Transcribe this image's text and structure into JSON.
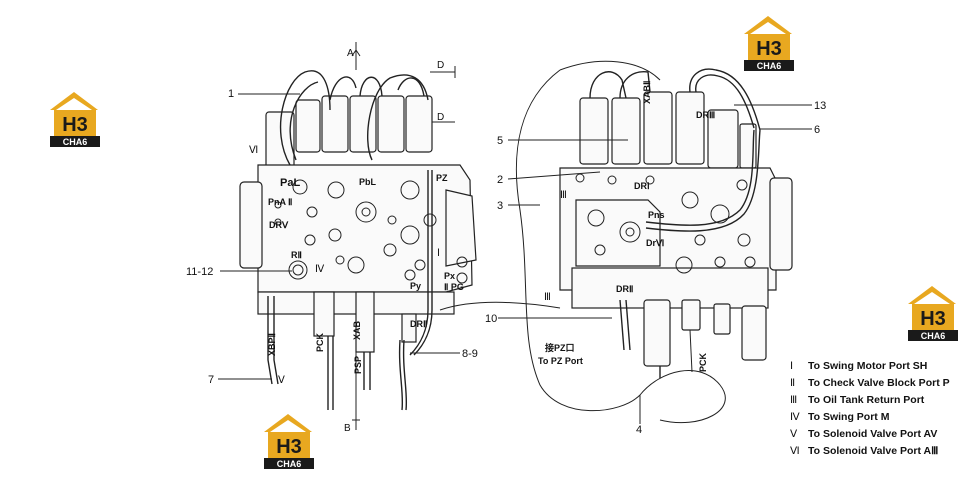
{
  "brand": {
    "logo_text_top": "H3",
    "logo_text_bottom": "CHA6",
    "colors": {
      "gold": "#E8A820",
      "dark": "#1a1a1a",
      "white": "#ffffff"
    }
  },
  "left_view": {
    "section_marks": {
      "a": "A",
      "b": "B",
      "d1": "D",
      "d2": "D"
    },
    "ports": {
      "pal": "PaL",
      "pbl": "PbL",
      "pz": "PZ",
      "pna": "PnA",
      "ii": "Ⅱ",
      "drv": "DRⅤ",
      "r2": "RⅡ",
      "iv": "Ⅳ",
      "i": "Ⅰ",
      "px": "Px",
      "pg": "Ⅱ PG",
      "py": "Py",
      "dr2": "DRⅡ",
      "xbp2": "XBPⅡ",
      "pck": "PCK",
      "psp": "PSP",
      "xab": "XAB",
      "vi": "Ⅵ",
      "v": "Ⅴ"
    },
    "callouts": {
      "c1": "1",
      "c11_12": "11-12",
      "c7": "7",
      "c8_9": "8-9"
    }
  },
  "right_view": {
    "ports": {
      "xab2": "XABⅡ",
      "dr3": "DRⅢ",
      "dr1": "DRⅠ",
      "iii": "Ⅲ",
      "pns": "Pns",
      "dr6": "DrⅥ",
      "dr2": "DRⅡ",
      "iii_b": "Ⅲ",
      "pck": "PCK",
      "pz_cn": "接PZ口",
      "pz_en": "To PZ Port"
    },
    "callouts": {
      "c13": "13",
      "c6": "6",
      "c5": "5",
      "c2": "2",
      "c3": "3",
      "c10": "10",
      "c4": "4"
    }
  },
  "legend": [
    {
      "num": "Ⅰ",
      "text": "To Swing Motor Port SH"
    },
    {
      "num": "Ⅱ",
      "text": "To Check Valve Block Port P"
    },
    {
      "num": "Ⅲ",
      "text": "To Oil Tank Return Port"
    },
    {
      "num": "Ⅳ",
      "text": "To Swing Port M"
    },
    {
      "num": "Ⅴ",
      "text": "To Solenoid Valve Port AV"
    },
    {
      "num": "Ⅵ",
      "text": "To Solenoid Valve Port AⅢ"
    }
  ]
}
